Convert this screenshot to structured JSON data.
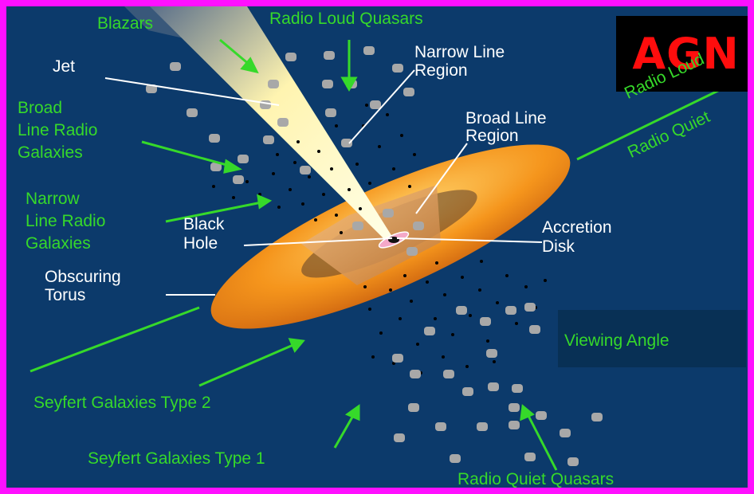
{
  "title": "AGN",
  "labels": {
    "blazars": "Blazars",
    "radio_loud_quasars": "Radio Loud Quasars",
    "jet": "Jet",
    "narrow_line_region": "Narrow Line\nRegion",
    "broad_line_radio_galaxies": "Broad\nLine Radio\nGalaxies",
    "broad_line_region": "Broad Line\nRegion",
    "narrow_line_radio_galaxies": "Narrow\nLine Radio\nGalaxies",
    "black_hole": "Black\nHole",
    "accretion_disk": "Accretion\nDisk",
    "obscuring_torus": "Obscuring\nTorus",
    "radio_loud": "Radio Loud",
    "radio_quiet": "Radio Quiet",
    "viewing_angle": "Viewing Angle",
    "seyfert_type_2": "Seyfert Galaxies Type 2",
    "seyfert_type_1": "Seyfert Galaxies Type 1",
    "radio_quiet_quasars": "Radio Quiet Quasars"
  },
  "colors": {
    "frame": "#ff10ff",
    "background": "#0c3a6b",
    "label_green": "#36d92a",
    "label_white": "#ffffff",
    "title_red": "#ff0d0d",
    "torus": "#f08a1a",
    "clouds": "#a8a8a8"
  }
}
